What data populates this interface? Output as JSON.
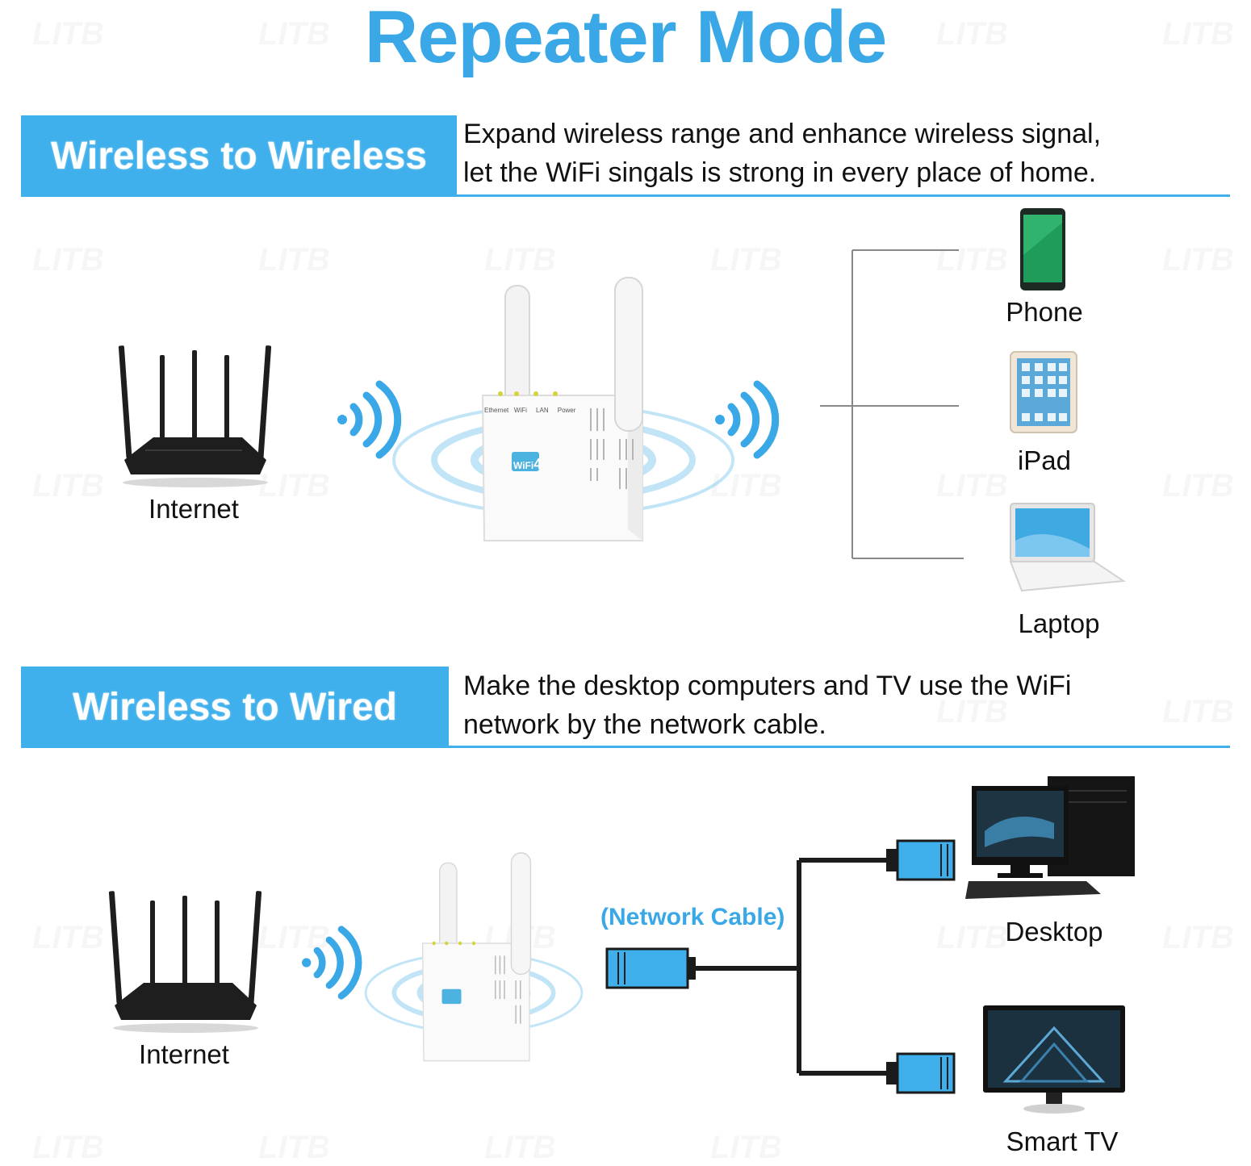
{
  "title": "Repeater Mode",
  "sections": [
    {
      "banner": "Wireless to Wireless",
      "description_lines": [
        "Expand wireless range and enhance wireless signal,",
        "let the WiFi singals is strong in every place of home."
      ],
      "source_label": "Internet",
      "devices": [
        "Phone",
        "iPad",
        "Laptop"
      ]
    },
    {
      "banner": "Wireless to Wired",
      "description_lines": [
        "Make the desktop computers and TV use the WiFi",
        "network by the network cable."
      ],
      "source_label": "Internet",
      "cable_label": "(Network Cable)",
      "devices": [
        "Desktop",
        "Smart TV"
      ]
    }
  ],
  "repeater_leds": [
    "Ethernet",
    "WiFi",
    "LAN",
    "Power"
  ],
  "repeater_badge": "WiFi",
  "repeater_badge_number": "4",
  "watermark": "LITB",
  "colors": {
    "accent": "#3aa8e6",
    "banner": "#3fb0ec",
    "connector": "#3fb0ec"
  }
}
